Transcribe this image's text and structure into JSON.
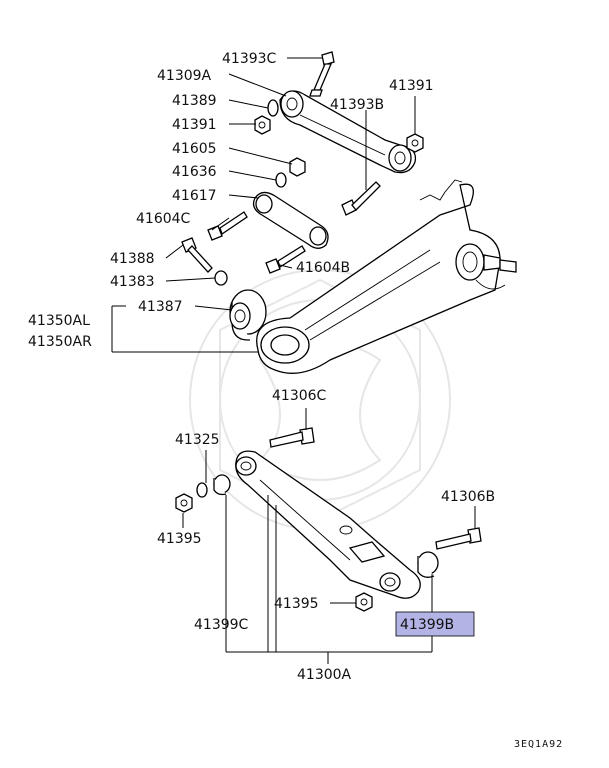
{
  "labels": {
    "p41393C": "41393C",
    "p41309A": "41309A",
    "p41391a": "41391",
    "p41389": "41389",
    "p41393B": "41393B",
    "p41391b": "41391",
    "p41605": "41605",
    "p41636": "41636",
    "p41617": "41617",
    "p41604C": "41604C",
    "p41388": "41388",
    "p41604B": "41604B",
    "p41383": "41383",
    "p41387": "41387",
    "p41350AL": "41350AL",
    "p41350AR": "41350AR",
    "p41306C": "41306C",
    "p41325": "41325",
    "p41306B": "41306B",
    "p41395a": "41395",
    "p41395b": "41395",
    "p41399C": "41399C",
    "p41399B": "41399B",
    "p41300A": "41300A"
  },
  "highlight": {
    "part": "41399B",
    "color": "#b3b3e6"
  },
  "diagram_code": "3EQ1A92"
}
